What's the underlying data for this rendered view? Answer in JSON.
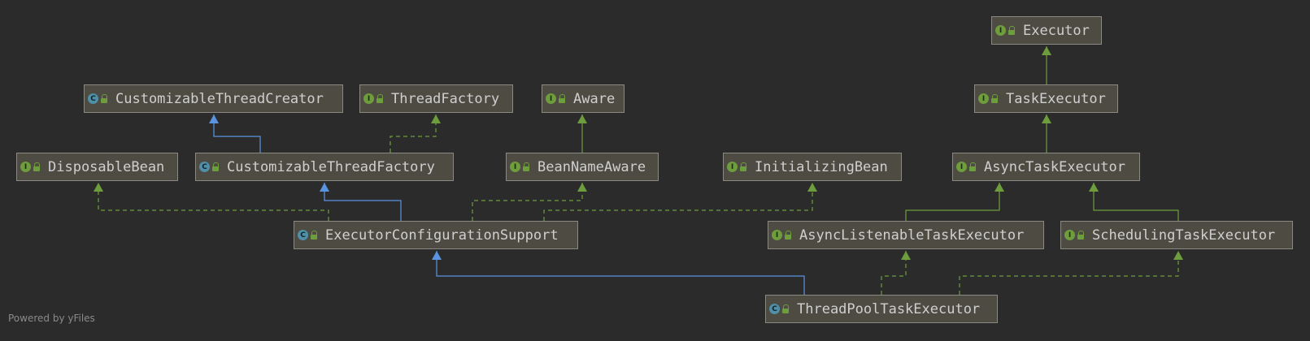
{
  "nodes": [
    {
      "id": "executor",
      "label": "Executor",
      "kind": "interface",
      "badge": "I"
    },
    {
      "id": "customizable_thread_creator",
      "label": "CustomizableThreadCreator",
      "kind": "class",
      "badge": "C"
    },
    {
      "id": "thread_factory",
      "label": "ThreadFactory",
      "kind": "interface",
      "badge": "I"
    },
    {
      "id": "aware",
      "label": "Aware",
      "kind": "interface",
      "badge": "I"
    },
    {
      "id": "task_executor",
      "label": "TaskExecutor",
      "kind": "interface",
      "badge": "I"
    },
    {
      "id": "disposable_bean",
      "label": "DisposableBean",
      "kind": "interface",
      "badge": "I"
    },
    {
      "id": "customizable_thread_factory",
      "label": "CustomizableThreadFactory",
      "kind": "class",
      "badge": "C"
    },
    {
      "id": "bean_name_aware",
      "label": "BeanNameAware",
      "kind": "interface",
      "badge": "I"
    },
    {
      "id": "initializing_bean",
      "label": "InitializingBean",
      "kind": "interface",
      "badge": "I"
    },
    {
      "id": "async_task_executor",
      "label": "AsyncTaskExecutor",
      "kind": "interface",
      "badge": "I"
    },
    {
      "id": "executor_configuration_support",
      "label": "ExecutorConfigurationSupport",
      "kind": "class",
      "badge": "C"
    },
    {
      "id": "async_listenable_task_executor",
      "label": "AsyncListenableTaskExecutor",
      "kind": "interface",
      "badge": "I"
    },
    {
      "id": "scheduling_task_executor",
      "label": "SchedulingTaskExecutor",
      "kind": "interface",
      "badge": "I"
    },
    {
      "id": "thread_pool_task_executor",
      "label": "ThreadPoolTaskExecutor",
      "kind": "class",
      "badge": "C"
    }
  ],
  "edges": [
    {
      "from": "task_executor",
      "to": "executor",
      "relation": "extends-interface"
    },
    {
      "from": "async_task_executor",
      "to": "task_executor",
      "relation": "extends-interface"
    },
    {
      "from": "bean_name_aware",
      "to": "aware",
      "relation": "extends-interface"
    },
    {
      "from": "customizable_thread_factory",
      "to": "customizable_thread_creator",
      "relation": "extends-class"
    },
    {
      "from": "customizable_thread_factory",
      "to": "thread_factory",
      "relation": "implements"
    },
    {
      "from": "executor_configuration_support",
      "to": "disposable_bean",
      "relation": "implements"
    },
    {
      "from": "executor_configuration_support",
      "to": "customizable_thread_factory",
      "relation": "extends-class"
    },
    {
      "from": "executor_configuration_support",
      "to": "bean_name_aware",
      "relation": "implements"
    },
    {
      "from": "executor_configuration_support",
      "to": "initializing_bean",
      "relation": "implements"
    },
    {
      "from": "async_listenable_task_executor",
      "to": "async_task_executor",
      "relation": "extends-interface"
    },
    {
      "from": "scheduling_task_executor",
      "to": "async_task_executor",
      "relation": "extends-interface"
    },
    {
      "from": "thread_pool_task_executor",
      "to": "executor_configuration_support",
      "relation": "extends-class"
    },
    {
      "from": "thread_pool_task_executor",
      "to": "async_listenable_task_executor",
      "relation": "implements"
    },
    {
      "from": "thread_pool_task_executor",
      "to": "scheduling_task_executor",
      "relation": "implements"
    }
  ],
  "colors": {
    "background": "#2b2b2b",
    "extends_class": "#5a94e0",
    "interface_edge": "#6e9d3d"
  },
  "footer": "Powered by yFiles"
}
